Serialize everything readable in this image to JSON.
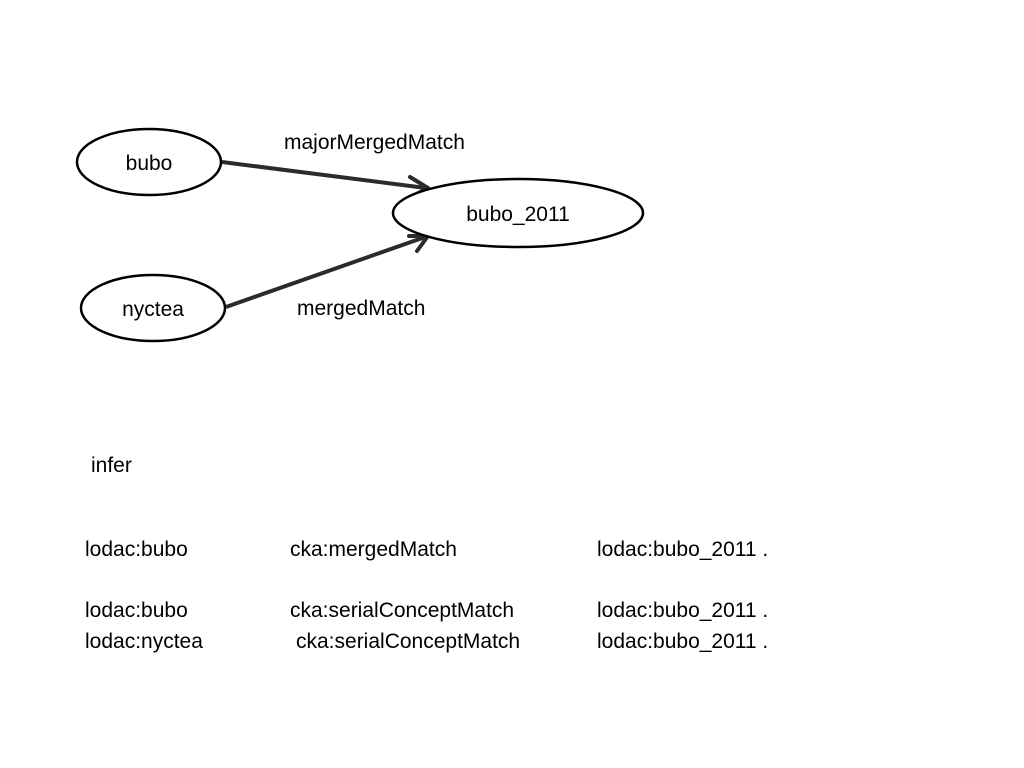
{
  "diagram": {
    "nodes": {
      "bubo": "bubo",
      "nyctea": "nyctea",
      "bubo_2011": "bubo_2011"
    },
    "edges": {
      "major_merged_match": "majorMergedMatch",
      "merged_match": "mergedMatch"
    }
  },
  "infer_label": "infer",
  "triples": [
    {
      "subject": "lodac:bubo",
      "predicate": "cka:mergedMatch",
      "object": "lodac:bubo_2011 ."
    },
    {
      "subject": "lodac:bubo",
      "predicate": "cka:serialConceptMatch",
      "object": "lodac:bubo_2011 ."
    },
    {
      "subject": "lodac:nyctea",
      "predicate": "cka:serialConceptMatch",
      "object": "lodac:bubo_2011 ."
    }
  ]
}
